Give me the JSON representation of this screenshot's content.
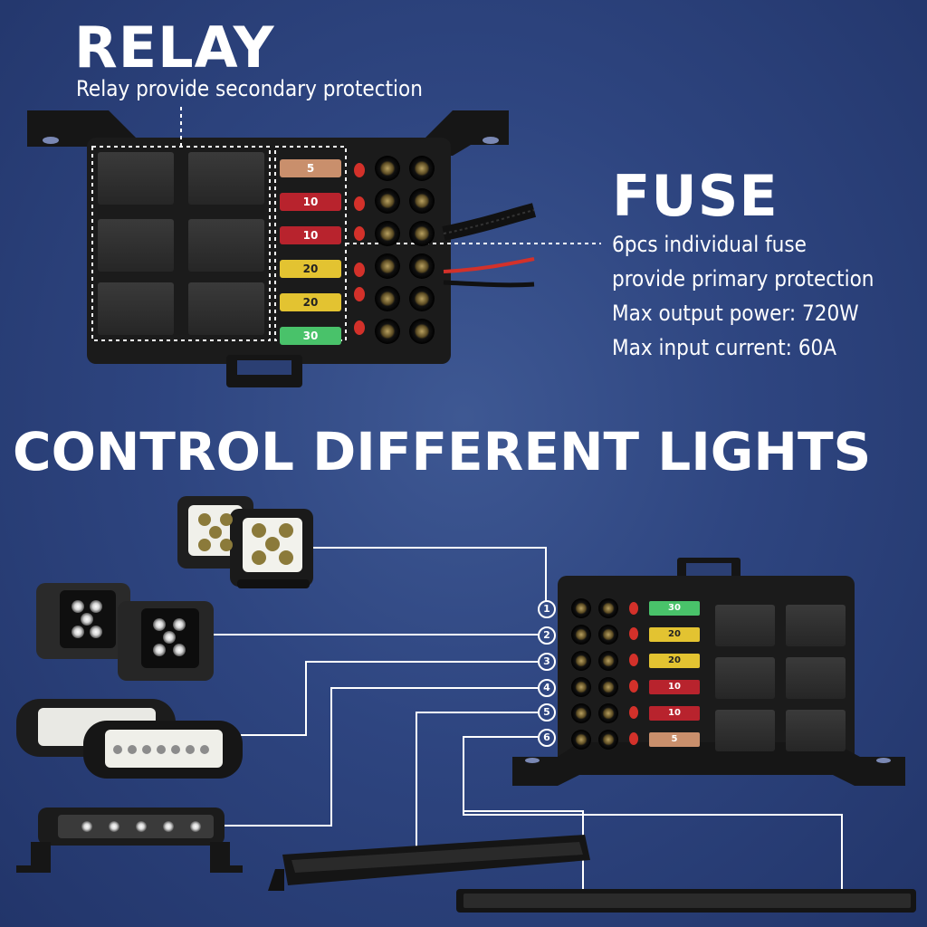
{
  "relay": {
    "title": "RELAY",
    "subtitle": "Relay provide secondary protection"
  },
  "fuse": {
    "title": "FUSE",
    "lines": [
      "6pcs individual fuse",
      "provide primary protection",
      "Max output power: 720W",
      "Max input current: 60A"
    ]
  },
  "control": {
    "title": "CONTROL DIFFERENT LIGHTS"
  },
  "top_box_fuses": [
    {
      "rating": "5",
      "color": "#c98f6c"
    },
    {
      "rating": "10",
      "color": "#b8232d"
    },
    {
      "rating": "10",
      "color": "#b8232d"
    },
    {
      "rating": "20",
      "color": "#e3c331"
    },
    {
      "rating": "20",
      "color": "#e3c331"
    },
    {
      "rating": "30",
      "color": "#49c26a"
    }
  ],
  "bottom_box_fuses": [
    {
      "rating": "30",
      "color": "#49c26a"
    },
    {
      "rating": "20",
      "color": "#e3c331"
    },
    {
      "rating": "20",
      "color": "#e3c331"
    },
    {
      "rating": "10",
      "color": "#b8232d"
    },
    {
      "rating": "10",
      "color": "#b8232d"
    },
    {
      "rating": "5",
      "color": "#c98f6c"
    }
  ],
  "channels": [
    "1",
    "2",
    "3",
    "4",
    "5",
    "6"
  ],
  "colors": {
    "background": "#2e4580",
    "box": "#1a1a1a",
    "line": "#ffffff"
  }
}
